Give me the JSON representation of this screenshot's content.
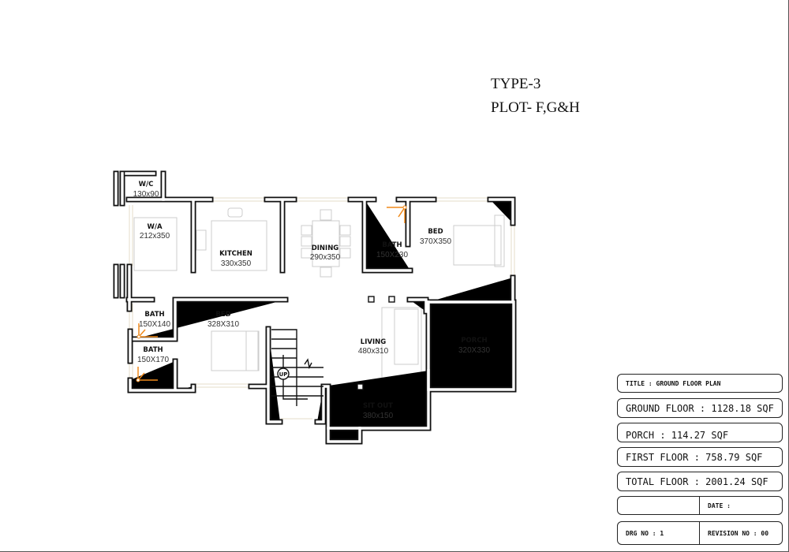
{
  "heading": {
    "type": "TYPE-3",
    "plot": "PLOT- F,G&H"
  },
  "rooms": [
    {
      "name": "W/C",
      "size": "130x90"
    },
    {
      "name": "W/A",
      "size": "212x350"
    },
    {
      "name": "KITCHEN",
      "size": "330x350"
    },
    {
      "name": "DINING",
      "size": "290x350"
    },
    {
      "name": "BATH",
      "size": "150X230"
    },
    {
      "name": "BED",
      "size": "370X350"
    },
    {
      "name": "BATH",
      "size": "150X140"
    },
    {
      "name": "BED",
      "size": "328X310"
    },
    {
      "name": "BATH",
      "size": "150X170"
    },
    {
      "name": "LIVING",
      "size": "480x310"
    },
    {
      "name": "PORCH",
      "size": "320X330"
    },
    {
      "name": "SIT OUT",
      "size": "380x150"
    }
  ],
  "stair_label": "UP",
  "title_block": {
    "title": "TITLE  :  GROUND  FLOOR PLAN",
    "ground": "GROUND  FLOOR : 1128.18  SQF",
    "porch": "PORCH   :   114.27  SQF",
    "first": "FIRST  FLOOR  :  758.79  SQF",
    "total": "TOTAL   FLOOR : 2001.24  SQF",
    "date": "DATE        :",
    "drg": "DRG NO            : 1",
    "revision": "REVISION NO   : 00"
  }
}
